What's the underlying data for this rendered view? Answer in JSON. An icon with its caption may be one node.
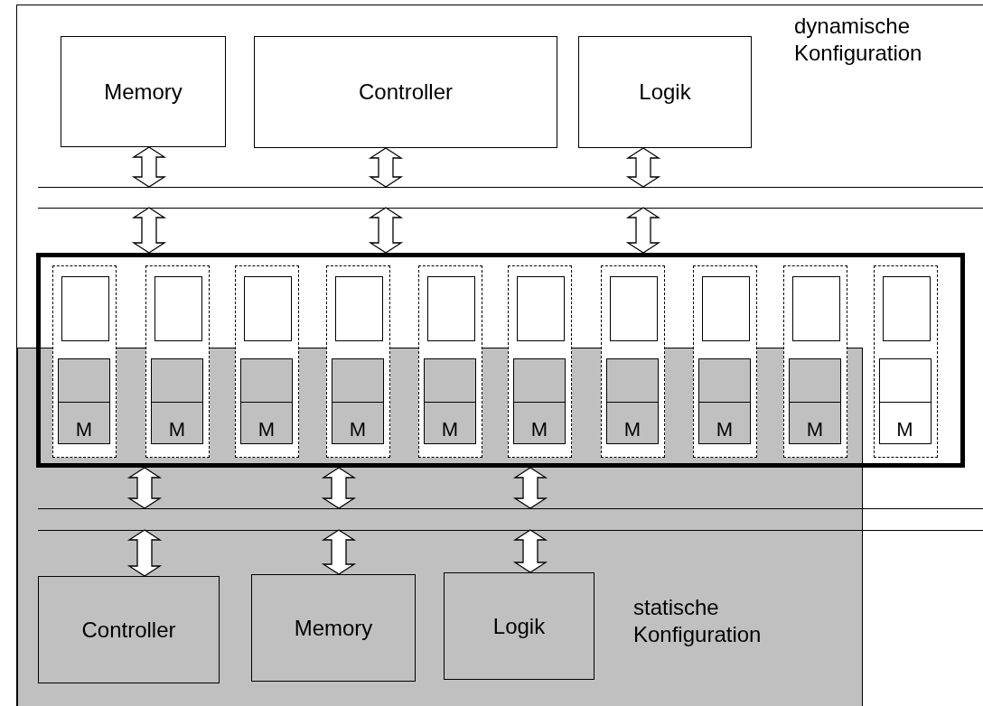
{
  "diagram": {
    "nodes": [
      {
        "text": [
          "dynamische Konfiguration"
        ]
      },
      {
        "text": [
          "Memory"
        ],
        "in": 0
      },
      {
        "text": [
          "Controller"
        ],
        "in": 0
      },
      {
        "text": [
          "Logik"
        ],
        "in": 0
      },
      {
        "text": [],
        "shape": "bar",
        "in": 0
      },
      {
        "text": [],
        "shape": "bar",
        "in": 0
      },
      {
        "text": [],
        "shape": "box",
        "in": 0
      },
      {
        "text": [],
        "shape": "box",
        "in": 6
      },
      {
        "text": [],
        "shape": "box",
        "in": 7
      },
      {
        "text": [],
        "shape": "box"
      },
      {
        "text": [
          "M"
        ]
      },
      {
        "text": [],
        "shape": "box",
        "in": 6
      },
      {
        "text": [],
        "shape": "box",
        "in": 11
      },
      {
        "text": [],
        "shape": "box"
      },
      {
        "text": [
          "M"
        ]
      },
      {
        "text": [],
        "shape": "box",
        "in": 6
      },
      {
        "text": [],
        "shape": "box",
        "in": 15
      },
      {
        "text": [],
        "shape": "box"
      },
      {
        "text": [
          "M"
        ]
      },
      {
        "text": [],
        "shape": "box",
        "in": 6
      },
      {
        "text": [],
        "shape": "box",
        "in": 19
      },
      {
        "text": [],
        "shape": "box"
      },
      {
        "text": [
          "M"
        ]
      },
      {
        "text": [],
        "shape": "box",
        "in": 6
      },
      {
        "text": [],
        "shape": "box",
        "in": 23
      },
      {
        "text": [],
        "shape": "box"
      },
      {
        "text": [
          "M"
        ]
      },
      {
        "text": [],
        "shape": "box",
        "in": 6
      },
      {
        "text": [],
        "shape": "box",
        "in": 27
      },
      {
        "text": [],
        "shape": "box"
      },
      {
        "text": [
          "M"
        ]
      },
      {
        "text": [],
        "shape": "box",
        "in": 6
      },
      {
        "text": [],
        "shape": "box",
        "in": 31
      },
      {
        "text": [],
        "shape": "box"
      },
      {
        "text": [
          "M"
        ]
      },
      {
        "text": [],
        "shape": "box",
        "in": 6
      },
      {
        "text": [],
        "shape": "box",
        "in": 35
      },
      {
        "text": [],
        "shape": "box"
      },
      {
        "text": [
          "M"
        ]
      },
      {
        "text": [],
        "shape": "box",
        "in": 6
      },
      {
        "text": [],
        "shape": "box",
        "in": 39
      },
      {
        "text": [],
        "shape": "box"
      },
      {
        "text": [
          "M"
        ]
      },
      {
        "text": [],
        "shape": "box",
        "in": 6
      },
      {
        "text": [],
        "shape": "box",
        "in": 43
      },
      {
        "text": [],
        "shape": "box",
        "in": 43
      },
      {
        "text": [
          "M"
        ],
        "in": 43
      },
      {
        "text": [
          "statische Konfiguration"
        ],
        "in": 0
      },
      {
        "text": [],
        "shape": "bar",
        "in": 0
      },
      {
        "text": [],
        "shape": "bar",
        "in": 0
      },
      {
        "text": [
          "Controller"
        ],
        "in": 47
      },
      {
        "text": [
          "Memory"
        ],
        "in": 47
      },
      {
        "text": [
          "Logik"
        ],
        "in": 47
      }
    ],
    "edges": [
      {
        "from": 1,
        "to": 4,
        "arrow": "both"
      },
      {
        "from": 2,
        "to": 4,
        "arrow": "both"
      },
      {
        "from": 3,
        "to": 4,
        "arrow": "both"
      },
      {
        "from": 5,
        "to": 6,
        "arrow": "both"
      },
      {
        "from": 5,
        "to": 6,
        "arrow": "both"
      },
      {
        "from": 5,
        "to": 6,
        "arrow": "both"
      },
      {
        "from": 6,
        "to": 48,
        "arrow": "both"
      },
      {
        "from": 6,
        "to": 48,
        "arrow": "both"
      },
      {
        "from": 6,
        "to": 48,
        "arrow": "both"
      },
      {
        "from": 49,
        "to": 50,
        "arrow": "both"
      },
      {
        "from": 49,
        "to": 51,
        "arrow": "both"
      },
      {
        "from": 49,
        "to": 52,
        "arrow": "both"
      }
    ]
  }
}
